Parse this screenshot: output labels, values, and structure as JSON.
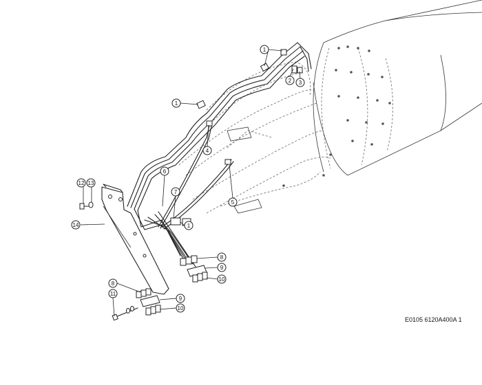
{
  "reference_code": "E0105 6120A400A 1",
  "callouts": [
    {
      "id": "c1a",
      "label": "1"
    },
    {
      "id": "c2",
      "label": "2"
    },
    {
      "id": "c3",
      "label": "3"
    },
    {
      "id": "c1b",
      "label": "1"
    },
    {
      "id": "c4",
      "label": "4"
    },
    {
      "id": "c6",
      "label": "6"
    },
    {
      "id": "c7",
      "label": "7"
    },
    {
      "id": "c5",
      "label": "5"
    },
    {
      "id": "c1c",
      "label": "1"
    },
    {
      "id": "c12",
      "label": "12"
    },
    {
      "id": "c13",
      "label": "13"
    },
    {
      "id": "c14",
      "label": "14"
    },
    {
      "id": "c8a",
      "label": "8"
    },
    {
      "id": "c9a",
      "label": "9"
    },
    {
      "id": "c10a",
      "label": "10"
    },
    {
      "id": "c8b",
      "label": "8"
    },
    {
      "id": "c11",
      "label": "11"
    },
    {
      "id": "c9b",
      "label": "9"
    },
    {
      "id": "c10b",
      "label": "10"
    }
  ]
}
